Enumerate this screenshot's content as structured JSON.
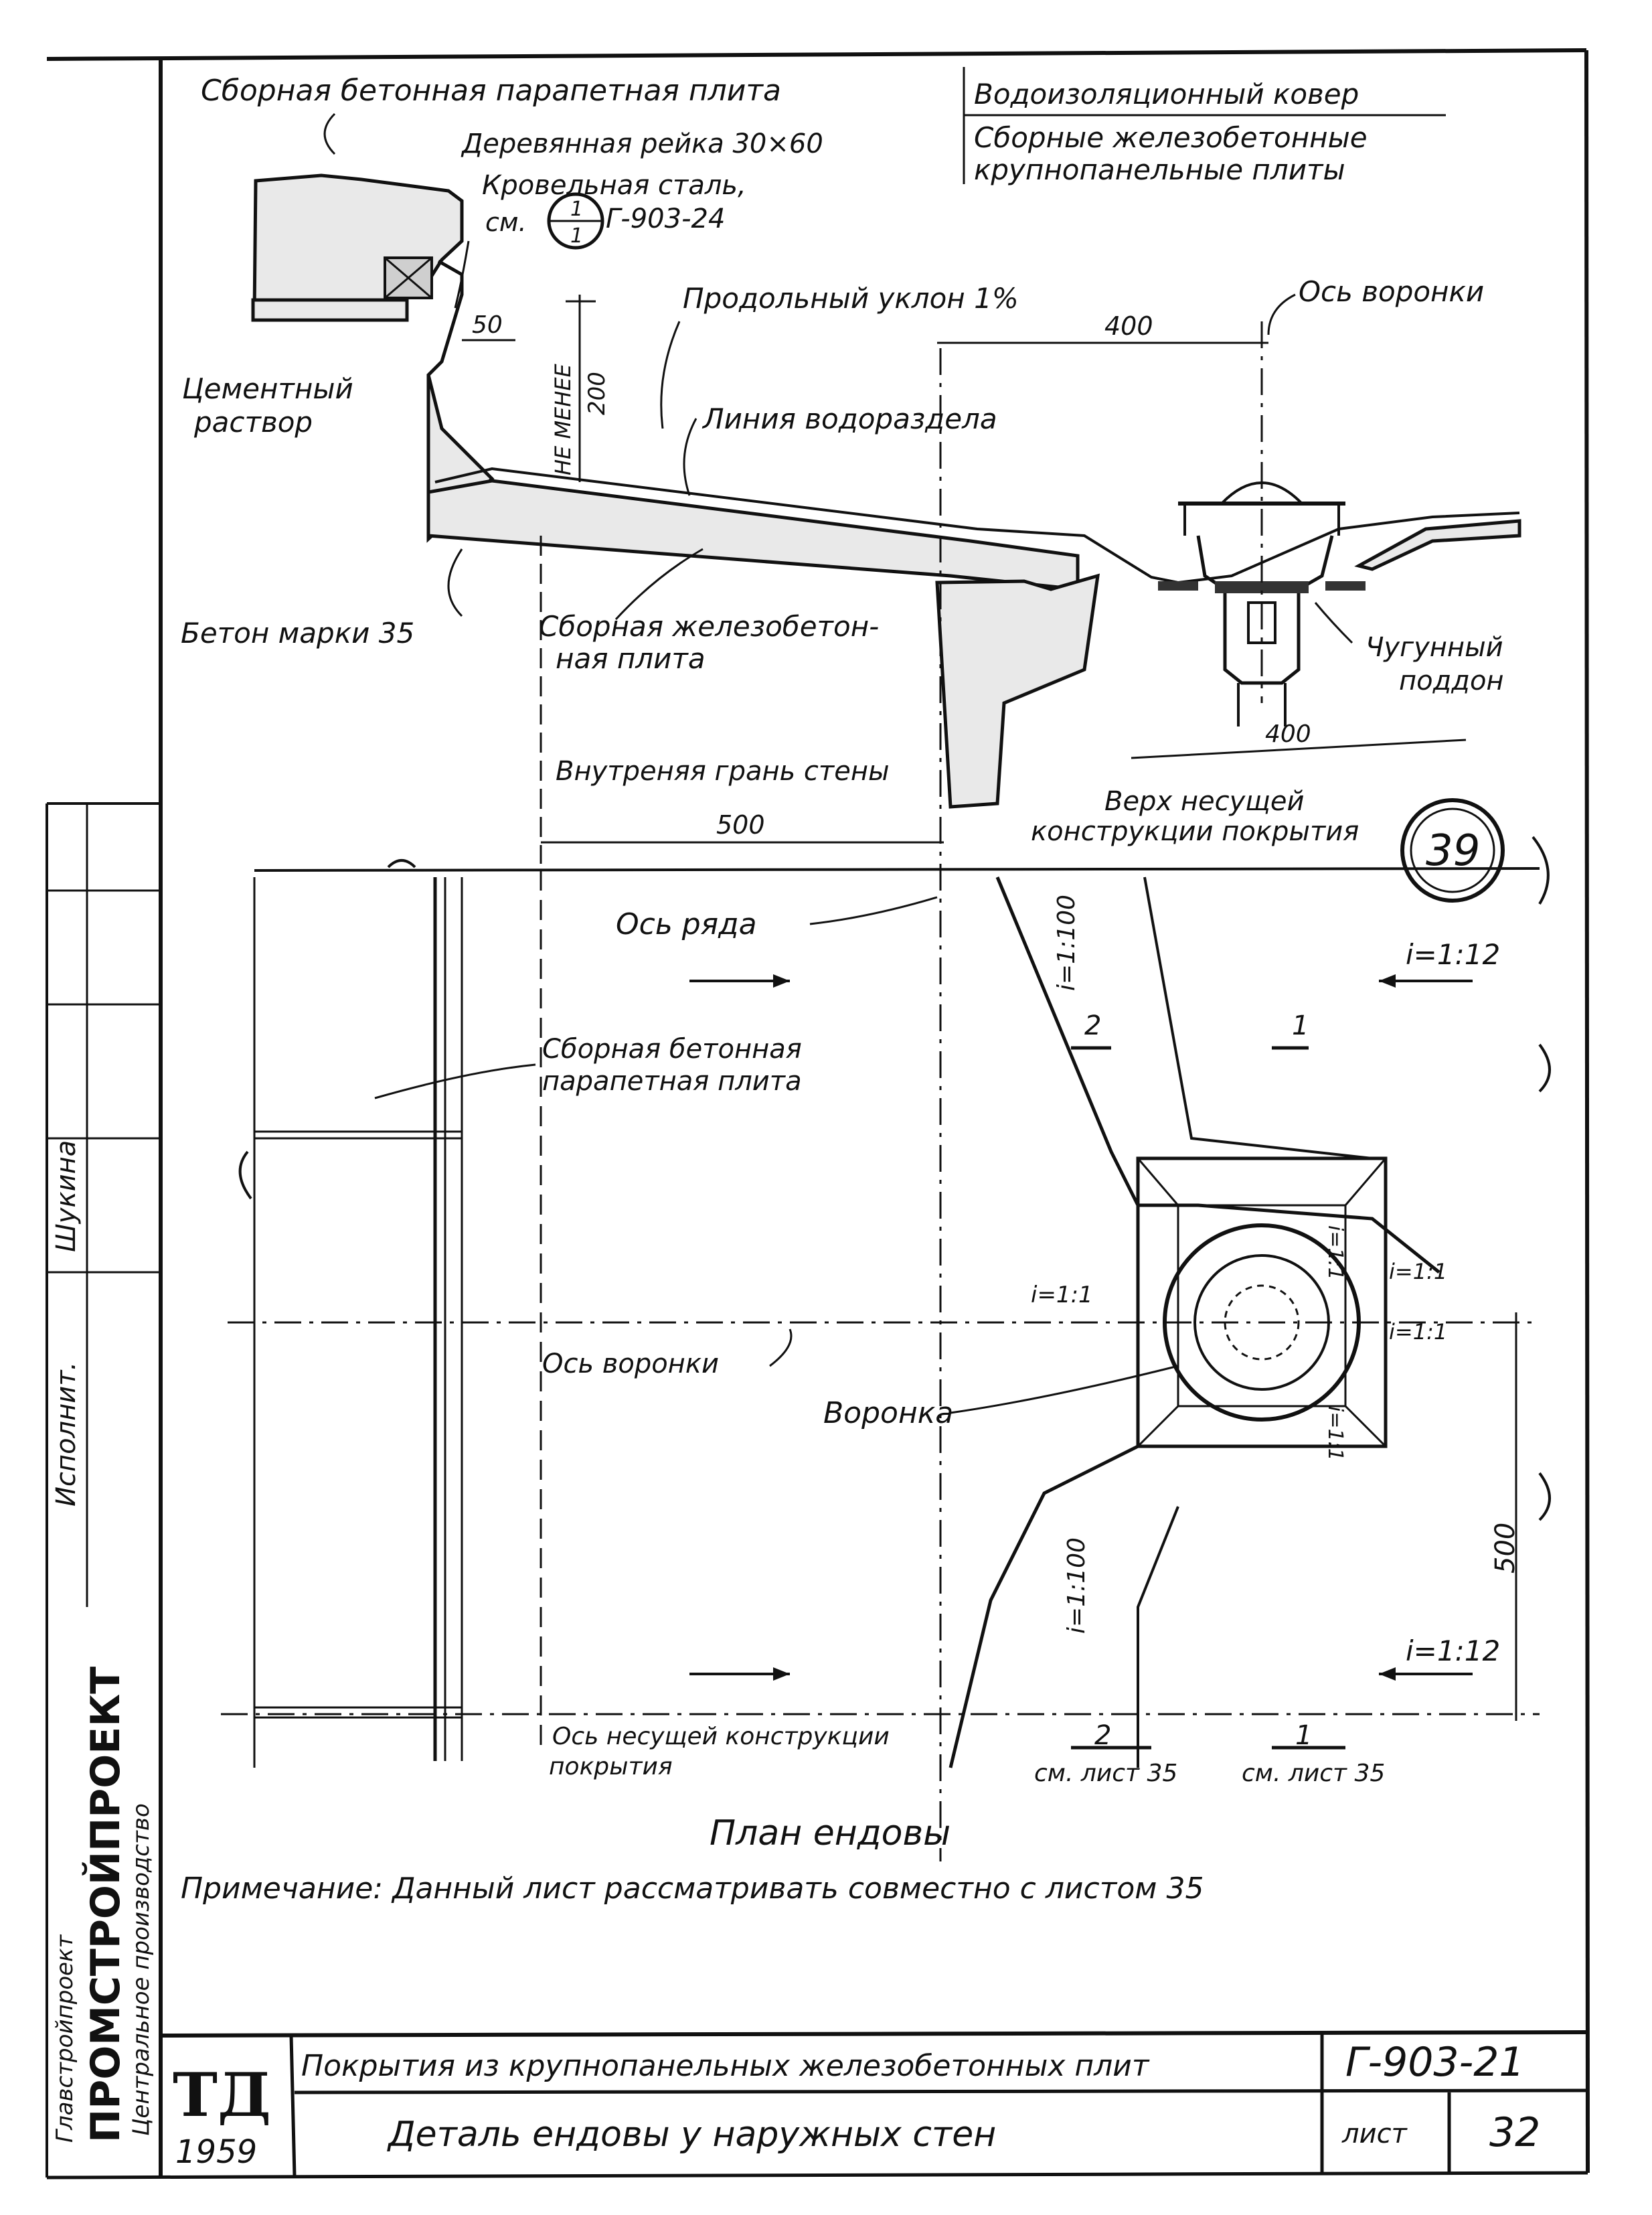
{
  "section": {
    "parapet_slab": "Сборная бетонная парапетная плита",
    "wood_batten": "Деревянная рейка 30×60",
    "roof_steel": "Кровельная сталь,",
    "see_ref_prefix": "см.",
    "see_ref_num": "1",
    "see_ref_den": "1",
    "see_ref_code": "Г-903-24",
    "waterproof": "Водоизоляционный ковер",
    "precast_panels_1": "Сборные железобетонные",
    "precast_panels_2": "крупнопанельные плиты",
    "long_slope": "Продольный уклон 1%",
    "funnel_axis": "Ось воронки",
    "dim_400_top": "400",
    "dim_50": "50",
    "dim_not_less": "НЕ МЕНЕЕ",
    "dim_200": "200",
    "cement_mortar_1": "Цементный",
    "cement_mortar_2": "раствор",
    "divide_line": "Линия водораздела",
    "concrete_grade": "Бетон марки 35",
    "precast_rc_slab_1": "Сборная железобетон-",
    "precast_rc_slab_2": "ная плита",
    "cast_iron_1": "Чугунный",
    "cast_iron_2": "поддон",
    "dim_400_bottom": "400",
    "inner_face": "Внутреняя грань стены",
    "dim_500": "500",
    "load_top_1": "Верх несущей",
    "load_top_2": "конструкции покрытия",
    "detail_no": "39"
  },
  "plan": {
    "row_axis": "Ось ряда",
    "parapet_1": "Сборная бетонная",
    "parapet_2": "парапетная плита",
    "funnel_axis": "Ось воронки",
    "funnel": "Воронка",
    "load_axis_1": "Ось несущей конструкции",
    "load_axis_2": "покрытия",
    "slope_i_100_top": "i=1:100",
    "slope_i_100_bot": "i=1:100",
    "slope_i_12_top": "i=1:12",
    "slope_i_12_bot": "i=1:12",
    "slope_i_1_left": "i=1:1",
    "slope_i_1_r1": "i=1:1",
    "slope_i_1_r2": "i=1:1",
    "slope_i_1_t": "i=1:1",
    "slope_i_1_b": "i=1:1",
    "cut2_top": "2",
    "cut1_top": "1",
    "cut2_bot": "2",
    "cut1_bot": "1",
    "see_sheet_2": "см. лист 35",
    "see_sheet_1": "см. лист 35",
    "dim_500": "500",
    "title": "План ендовы",
    "note": "Примечание: Данный лист рассматривать совместно с листом 35"
  },
  "margin": {
    "executed": "Исполнит.",
    "name": "Шукина",
    "org_top": "Главстройпроект",
    "org": "ПРОМСТРОЙПРОЕКТ",
    "org_sub": "Центральное производство"
  },
  "stamp": {
    "logo": "ТД",
    "year": "1959",
    "line1": "Покрытия из крупнопанельных железобетонных плит",
    "code": "Г-903-21",
    "line2": "Деталь ендовы у наружных стен",
    "sheet_label": "лист",
    "sheet_no": "32"
  }
}
